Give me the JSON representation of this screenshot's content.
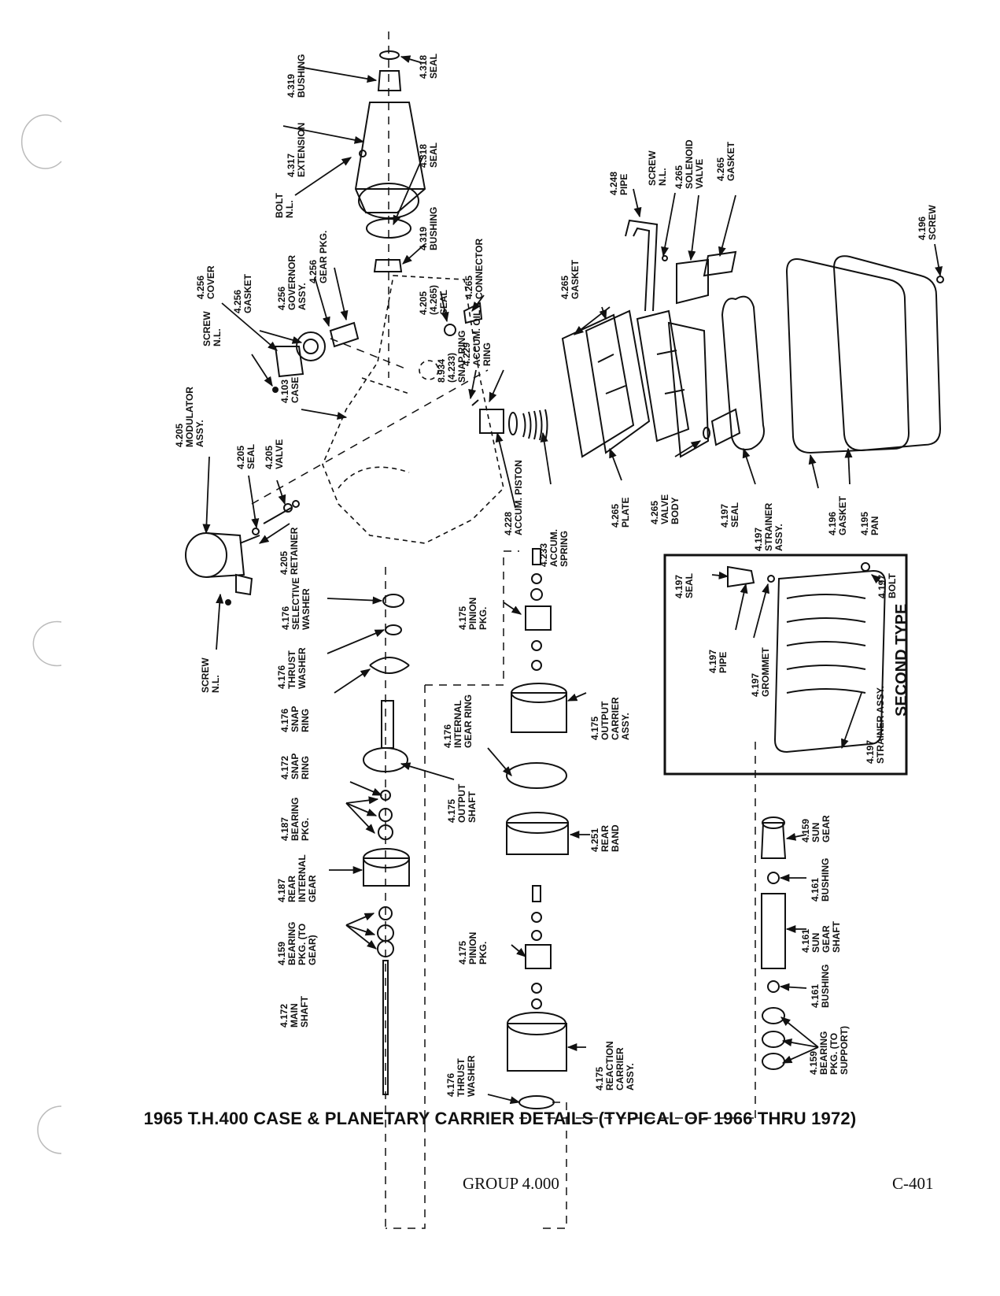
{
  "title": "1965 T.H.400 CASE & PLANETARY CARRIER DETAILS (TYPICAL OF 1966 THRU 1972)",
  "footer": {
    "group": "GROUP 4.000",
    "page": "C-401"
  },
  "inset": {
    "label": "SECOND TYPE"
  },
  "labels": [
    {
      "id": "l1",
      "lines": [
        "4.319",
        "BUSHING"
      ]
    },
    {
      "id": "l2",
      "lines": [
        "4.318",
        "SEAL"
      ]
    },
    {
      "id": "l3",
      "lines": [
        "4.317",
        "EXTENSION"
      ]
    },
    {
      "id": "l4",
      "lines": [
        "4.318",
        "SEAL"
      ]
    },
    {
      "id": "l5",
      "lines": [
        "BOLT",
        "N.L."
      ]
    },
    {
      "id": "l6",
      "lines": [
        "4.319",
        "BUSHING"
      ]
    },
    {
      "id": "l7",
      "lines": [
        "4.256",
        "COVER"
      ]
    },
    {
      "id": "l8",
      "lines": [
        "4.256",
        "GASKET"
      ]
    },
    {
      "id": "l9",
      "lines": [
        "4.256",
        "GOVERNOR",
        "ASSY."
      ]
    },
    {
      "id": "l10",
      "lines": [
        "4.256",
        "GEAR PKG."
      ]
    },
    {
      "id": "l11",
      "lines": [
        "SCREW",
        "N.L."
      ]
    },
    {
      "id": "l12",
      "lines": [
        "4.205",
        "(4.265)",
        "SEAL"
      ]
    },
    {
      "id": "l13",
      "lines": [
        "4.265",
        "CONNECTOR"
      ]
    },
    {
      "id": "l14",
      "lines": [
        "4.229",
        "ACCUM. OIL",
        "RING"
      ]
    },
    {
      "id": "l15",
      "lines": [
        "8.934",
        "(4.233)",
        "SNAP RING"
      ]
    },
    {
      "id": "l16",
      "lines": [
        "4.205",
        "MODULATOR",
        "ASSY."
      ]
    },
    {
      "id": "l17",
      "lines": [
        "4.103",
        "CASE"
      ]
    },
    {
      "id": "l18",
      "lines": [
        "4.205",
        "SEAL"
      ]
    },
    {
      "id": "l19",
      "lines": [
        "4.205",
        "VALVE"
      ]
    },
    {
      "id": "l20",
      "lines": [
        "4.205",
        "RETAINER"
      ]
    },
    {
      "id": "l21",
      "lines": [
        "4.248",
        "PIPE"
      ]
    },
    {
      "id": "l22",
      "lines": [
        "SCREW",
        "N.L."
      ]
    },
    {
      "id": "l23",
      "lines": [
        "4.265",
        "SOLENOID",
        "VALVE"
      ]
    },
    {
      "id": "l24",
      "lines": [
        "4.265",
        "GASKET"
      ]
    },
    {
      "id": "l25",
      "lines": [
        "4.265",
        "GASKET"
      ]
    },
    {
      "id": "l26",
      "lines": [
        "4.196",
        "SCREW"
      ]
    },
    {
      "id": "l27",
      "lines": [
        "4.228",
        "ACCUM. PISTON"
      ]
    },
    {
      "id": "l28",
      "lines": [
        "4.233",
        "ACCUM.",
        "SPRING"
      ]
    },
    {
      "id": "l29",
      "lines": [
        "4.265",
        "PLATE"
      ]
    },
    {
      "id": "l30",
      "lines": [
        "4.265",
        "VALVE",
        "BODY"
      ]
    },
    {
      "id": "l31",
      "lines": [
        "4.197",
        "SEAL"
      ]
    },
    {
      "id": "l32",
      "lines": [
        "4.197",
        "STRAINER",
        "ASSY."
      ]
    },
    {
      "id": "l33",
      "lines": [
        "4.196",
        "GASKET"
      ]
    },
    {
      "id": "l34",
      "lines": [
        "4.195",
        "PAN"
      ]
    },
    {
      "id": "l35",
      "lines": [
        "SCREW",
        "N.L."
      ]
    },
    {
      "id": "l36",
      "lines": [
        "4.176",
        "SELECTIVE",
        "WASHER"
      ]
    },
    {
      "id": "l37",
      "lines": [
        "4.176",
        "THRUST",
        "WASHER"
      ]
    },
    {
      "id": "l38",
      "lines": [
        "4.176",
        "SNAP",
        "RING"
      ]
    },
    {
      "id": "l39",
      "lines": [
        "4.175",
        "PINION",
        "PKG."
      ]
    },
    {
      "id": "l40",
      "lines": [
        "4.175",
        "OUTPUT",
        "CARRIER",
        "ASSY."
      ]
    },
    {
      "id": "l41",
      "lines": [
        "4.176",
        "INTERNAL",
        "GEAR RING"
      ]
    },
    {
      "id": "l42",
      "lines": [
        "4.172",
        "SNAP",
        "RING"
      ]
    },
    {
      "id": "l43",
      "lines": [
        "4.175",
        "OUTPUT",
        "SHAFT"
      ]
    },
    {
      "id": "l44",
      "lines": [
        "4.187",
        "BEARING",
        "PKG."
      ]
    },
    {
      "id": "l45",
      "lines": [
        "4.251",
        "REAR",
        "BAND"
      ]
    },
    {
      "id": "l46",
      "lines": [
        "4.187",
        "REAR",
        "INTERNAL",
        "GEAR"
      ]
    },
    {
      "id": "l47",
      "lines": [
        "4.159",
        "BEARING",
        "PKG. (TO",
        "GEAR)"
      ]
    },
    {
      "id": "l48",
      "lines": [
        "4.172",
        "MAIN",
        "SHAFT"
      ]
    },
    {
      "id": "l49",
      "lines": [
        "4.175",
        "PINION",
        "PKG."
      ]
    },
    {
      "id": "l50",
      "lines": [
        "4.175",
        "REACTION",
        "CARRIER",
        "ASSY."
      ]
    },
    {
      "id": "l51",
      "lines": [
        "4.176",
        "THRUST",
        "WASHER"
      ]
    },
    {
      "id": "l52",
      "lines": [
        "4.159",
        "SUN",
        "GEAR"
      ]
    },
    {
      "id": "l53",
      "lines": [
        "4.161",
        "BUSHING"
      ]
    },
    {
      "id": "l54",
      "lines": [
        "4.161",
        "SUN",
        "GEAR",
        "SHAFT"
      ]
    },
    {
      "id": "l55",
      "lines": [
        "4.161",
        "BUSHING"
      ]
    },
    {
      "id": "l56",
      "lines": [
        "4.159",
        "BEARING",
        "PKG. (TO",
        "SUPPORT)"
      ]
    },
    {
      "id": "l57",
      "lines": [
        "4.197",
        "SEAL"
      ]
    },
    {
      "id": "l58",
      "lines": [
        "4.197",
        "PIPE"
      ]
    },
    {
      "id": "l59",
      "lines": [
        "4.197",
        "GROMMET"
      ]
    },
    {
      "id": "l60",
      "lines": [
        "4.197",
        "BOLT"
      ]
    },
    {
      "id": "l61",
      "lines": [
        "4.197",
        "STRAINER ASSY."
      ]
    }
  ]
}
